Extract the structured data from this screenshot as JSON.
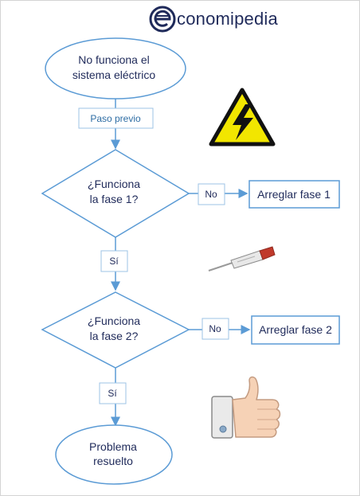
{
  "logo": {
    "text": "conomipedia",
    "icon": "economipedia-e-icon",
    "color": "#1f2a5a"
  },
  "colors": {
    "stroke": "#5b9bd5",
    "text": "#1f2a5a",
    "label_text": "#2e6da4",
    "warning_yellow": "#f2e600"
  },
  "flow": {
    "start": {
      "line1": "No funciona el",
      "line2": "sistema eléctrico"
    },
    "prev_step": "Paso previo",
    "decision1": {
      "line1": "¿Funciona",
      "line2": "la fase 1?"
    },
    "decision1_no": "No",
    "action1": "Arreglar fase 1",
    "decision1_yes": "Sí",
    "decision2": {
      "line1": "¿Funciona",
      "line2": "la fase 2?"
    },
    "decision2_no": "No",
    "action2": "Arreglar fase 2",
    "decision2_yes": "Sí",
    "end": {
      "line1": "Problema",
      "line2": "resuelto"
    }
  },
  "illustrations": {
    "warning": "high-voltage-warning-icon",
    "screwdriver": "voltage-tester-screwdriver-icon",
    "thumbs_up": "thumbs-up-icon"
  }
}
